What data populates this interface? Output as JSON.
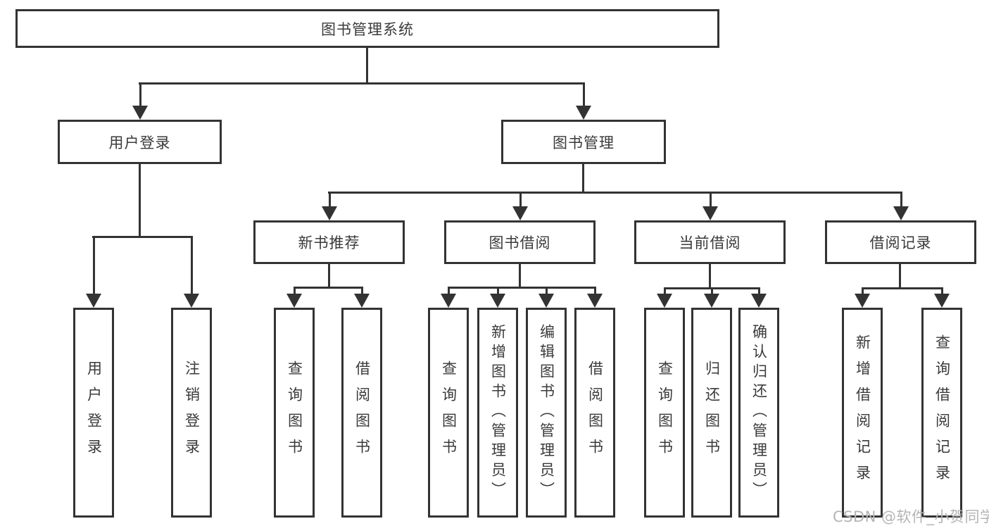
{
  "nodes": {
    "root": {
      "label": "图书管理系统"
    },
    "level2": [
      {
        "label": "用户登录"
      },
      {
        "label": "图书管理"
      }
    ],
    "level3": [
      {
        "label": "新书推荐"
      },
      {
        "label": "图书借阅"
      },
      {
        "label": "当前借阅"
      },
      {
        "label": "借阅记录"
      }
    ],
    "leaves": [
      {
        "label": "用户登录"
      },
      {
        "label": "注销登录"
      },
      {
        "label": "查询图书"
      },
      {
        "label": "借阅图书"
      },
      {
        "label": "查询图书"
      },
      {
        "label": "新增图书（管理员）"
      },
      {
        "label": "编辑图书（管理员）"
      },
      {
        "label": "借阅图书"
      },
      {
        "label": "查询图书"
      },
      {
        "label": "归还图书"
      },
      {
        "label": "确认归还（管理员）"
      },
      {
        "label": "新增借阅记录"
      },
      {
        "label": "查询借阅记录"
      }
    ]
  },
  "watermark": {
    "text": "CSDN @软件_小贺同学"
  },
  "colors": {
    "line": "#333333",
    "text": "#3a3a3a",
    "watermark": "#b5b5b5",
    "background": "#ffffff"
  }
}
